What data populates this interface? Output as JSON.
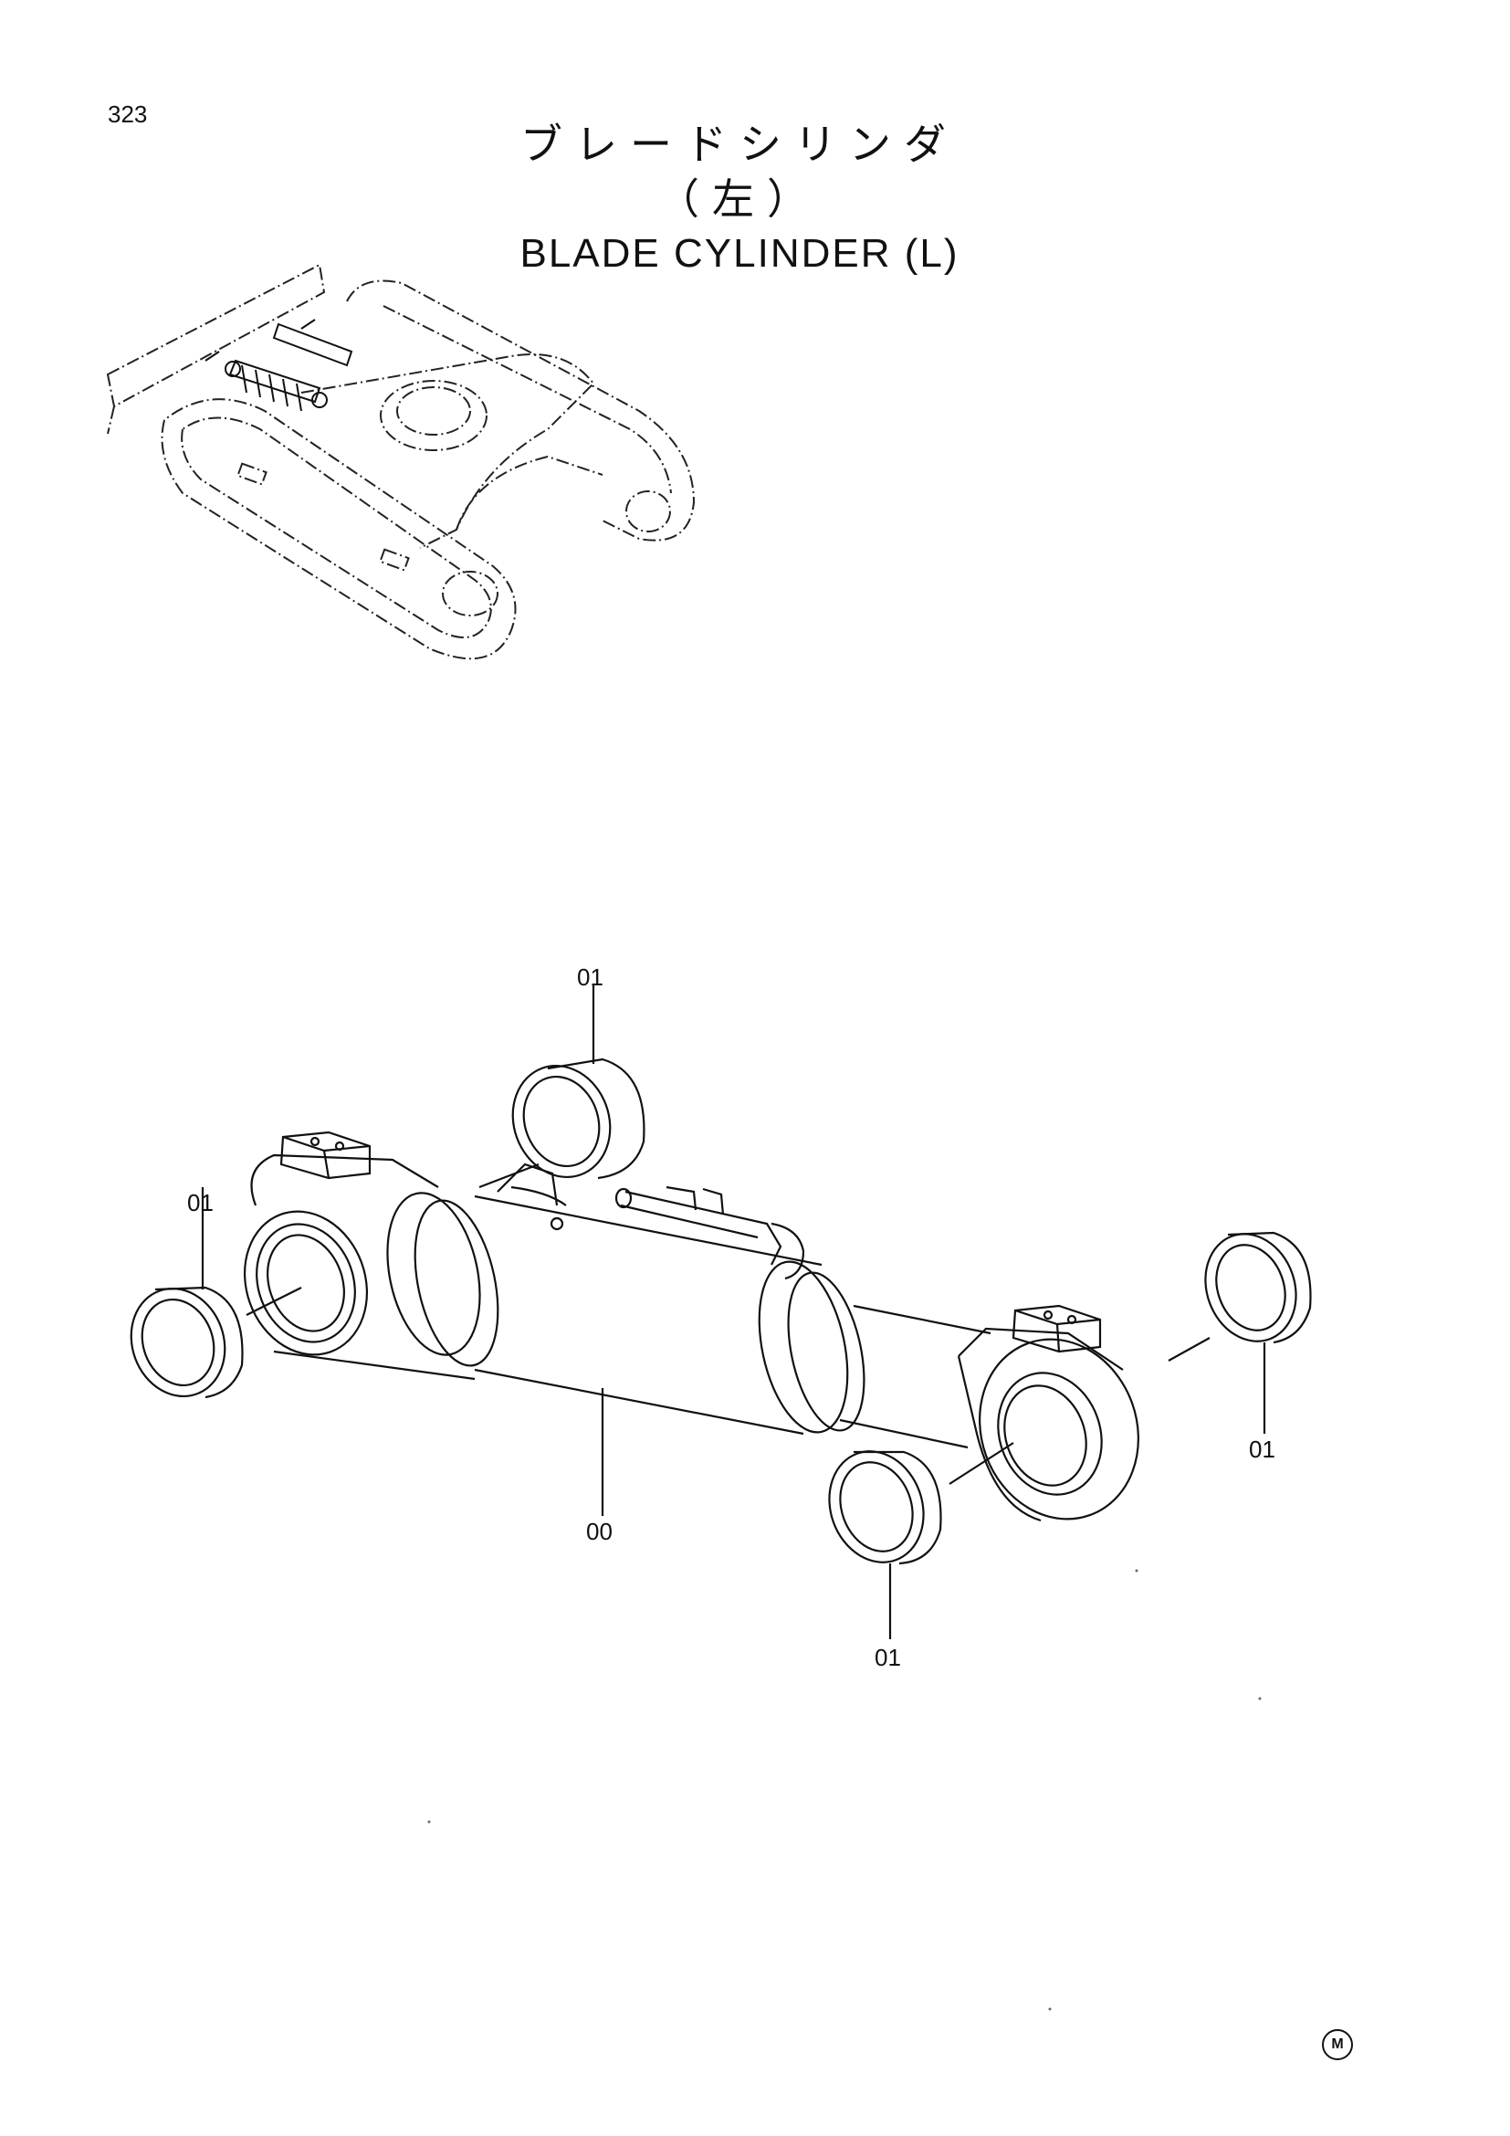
{
  "page_number": "323",
  "title": {
    "japanese": "ブレードシリンダ（左）",
    "english": "BLADE CYLINDER (L)"
  },
  "callouts": {
    "bushing_top": "01",
    "bushing_left": "01",
    "bushing_right": "01",
    "bushing_bottom": "01",
    "cylinder": "00"
  },
  "corner_mark": "M"
}
